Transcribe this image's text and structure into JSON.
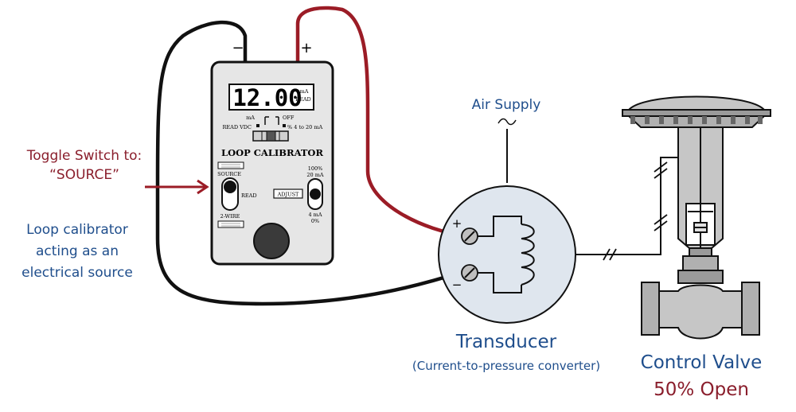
{
  "colors": {
    "red_wire": "#9b1c26",
    "black_wire": "#111111",
    "label_red": "#8a1e2c",
    "label_blue": "#1f4e8c",
    "device_fill": "#e6e6e6",
    "transducer_fill": "#dfe6ee",
    "valve_fill": "#c6c6c6"
  },
  "labels": {
    "toggle_line1": "Toggle Switch to:",
    "toggle_line2": "“SOURCE”",
    "source_line1": "Loop calibrator",
    "source_line2": "acting as an",
    "source_line3": "electrical source",
    "air_supply": "Air Supply",
    "transducer_title": "Transducer",
    "transducer_sub": "(Current-to-pressure converter)",
    "valve_title": "Control Valve",
    "valve_status": "50% Open"
  },
  "calibrator": {
    "terminal_minus": "−",
    "terminal_plus": "+",
    "display_value": "12.00",
    "display_unit": "mA",
    "display_mode": "READ",
    "switch_top_ma": "mA",
    "switch_top_off": "OFF",
    "switch_read_vdc": "READ VDC",
    "switch_range": "% 4 to 20 mA",
    "title": "LOOP CALIBRATOR",
    "source_label": "SOURCE",
    "read_label": "READ",
    "twowire_label": "2-WIRE",
    "adjust_label": "ADJUST",
    "pct100": "100%",
    "ma20": "20 mA",
    "ma4": "4 mA",
    "pct0": "0%"
  },
  "transducer": {
    "term_plus": "+",
    "term_minus": "−"
  },
  "icons": {
    "air": "tilde-icon",
    "signal_break": "double-slash-icon"
  }
}
